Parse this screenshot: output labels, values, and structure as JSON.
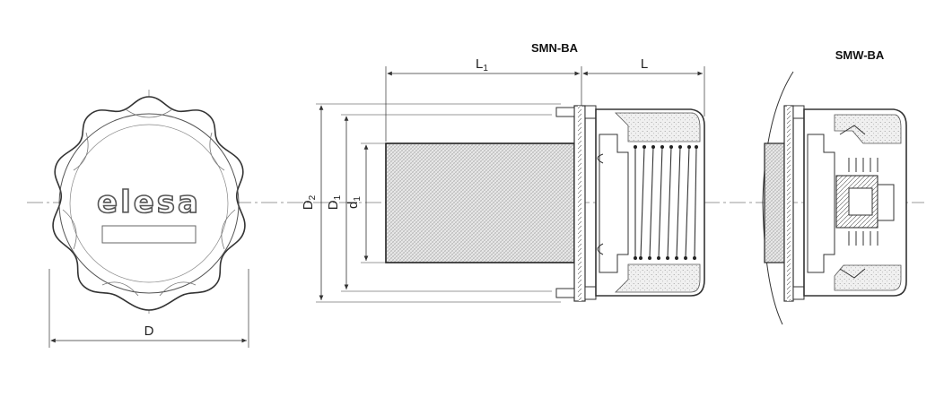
{
  "titles": {
    "left_section": "SMN-BA",
    "right_section": "SMW-BA"
  },
  "brand": {
    "logo_text": "elesa"
  },
  "dimensions": {
    "diameter": "D",
    "length_body": "L",
    "length_filter": "L",
    "length_filter_sub": "1",
    "outer_flange": "D",
    "outer_flange_sub": "2",
    "flange_inner": "D",
    "flange_inner_sub": "1",
    "filter_diameter": "d",
    "filter_diameter_sub": "1"
  },
  "colors": {
    "line": "#333333",
    "center_line": "#777777",
    "hatch": "#9a9a9a",
    "foam": "#cfcfcf"
  }
}
